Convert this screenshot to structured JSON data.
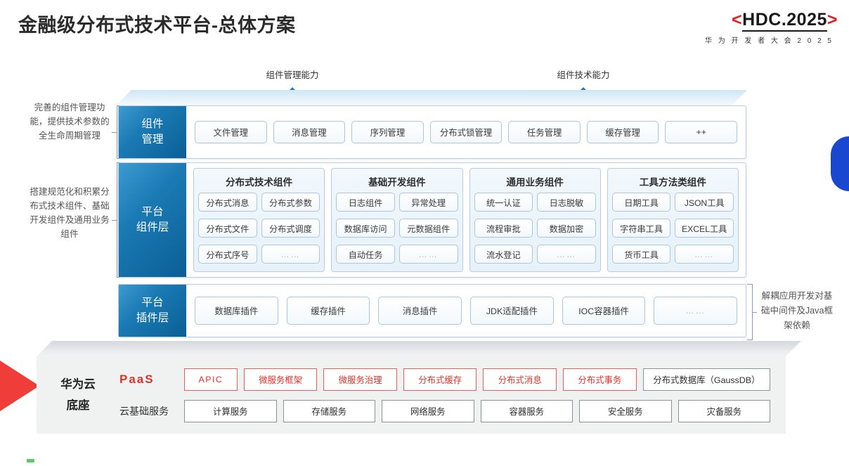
{
  "header": {
    "title": "金融级分布式技术平台-总体方案",
    "logo_bracket_left": "<",
    "logo_text": "HDC.2025",
    "logo_bracket_right": ">",
    "logo_sub": "华 为 开 发 者 大 会 2 0 2 5"
  },
  "colors": {
    "brand_red": "#d9342b",
    "layer_blue": "#1b7ab4",
    "blob_blue": "#1a47d0",
    "arrow_red": "#ef3e3a"
  },
  "callouts": {
    "arrow_left": "组件管理能力",
    "arrow_right": "组件技术能力"
  },
  "notes": {
    "left_1": "完善的组件管理功能，提供技术参数的全生命周期管理",
    "left_2": "搭建规范化和积累分布式技术组件、基础开发组件及通用业务组件",
    "right_1": "解耦应用开发对基础中间件及Java框架依赖"
  },
  "layers": {
    "management": {
      "label_line1": "组件",
      "label_line2": "管理",
      "items": [
        "文件管理",
        "消息管理",
        "序列管理",
        "分布式锁管理",
        "任务管理",
        "缓存管理",
        "++"
      ]
    },
    "components": {
      "label_line1": "平台",
      "label_line2": "组件层",
      "groups": [
        {
          "title": "分布式技术组件",
          "items": [
            "分布式消息",
            "分布式参数",
            "分布式文件",
            "分布式调度",
            "分布式序号",
            "……"
          ]
        },
        {
          "title": "基础开发组件",
          "items": [
            "日志组件",
            "异常处理",
            "数据库访问",
            "元数据组件",
            "自动任务",
            "……"
          ]
        },
        {
          "title": "通用业务组件",
          "items": [
            "统一认证",
            "日志脱敏",
            "流程审批",
            "数据加密",
            "流水登记",
            "……"
          ]
        },
        {
          "title": "工具方法类组件",
          "items": [
            "日期工具",
            "JSON工具",
            "字符串工具",
            "EXCEL工具",
            "货币工具",
            "……"
          ]
        }
      ]
    },
    "plugins": {
      "label_line1": "平台",
      "label_line2": "插件层",
      "items": [
        "数据库插件",
        "缓存插件",
        "消息插件",
        "JDK适配插件",
        "IOC容器插件",
        "……"
      ]
    }
  },
  "cloud_base": {
    "title_line1": "华为云",
    "title_line2": "底座",
    "paas_label": "PaaS",
    "paas_items": [
      "APIC",
      "微服务框架",
      "微服务治理",
      "分布式缓存",
      "分布式消息",
      "分布式事务",
      "分布式数据库（GaussDB）"
    ],
    "infra_label": "云基础服务",
    "infra_items": [
      "计算服务",
      "存储服务",
      "网络服务",
      "容器服务",
      "安全服务",
      "灾备服务"
    ]
  }
}
